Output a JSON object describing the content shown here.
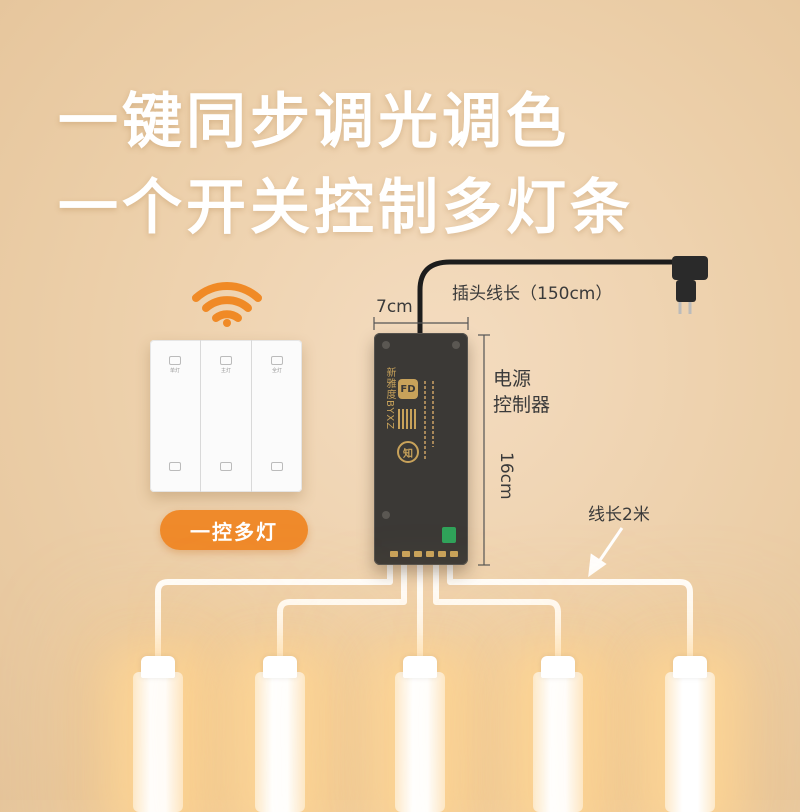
{
  "headline": {
    "line1": "一键同步调光调色",
    "line2": "一个开关控制多灯条"
  },
  "switch": {
    "gang_labels": [
      "单灯",
      "主灯",
      "全灯"
    ],
    "pill": "一控多灯"
  },
  "controller": {
    "brand": "新雅度BYXZ",
    "logo": "FD",
    "seal": "知"
  },
  "labels": {
    "plug_length": "插头线长（150cm）",
    "width": "7cm",
    "device_line1": "电源",
    "device_line2": "控制器",
    "height": "16cm",
    "cable_length": "线长2米"
  },
  "colors": {
    "background": "#eccfa9",
    "accent": "#ef8a2b",
    "controller": "#3b3936",
    "cable": "#ffffff"
  },
  "icons": [
    "wifi-icon",
    "plug-icon",
    "arrow-icon"
  ]
}
